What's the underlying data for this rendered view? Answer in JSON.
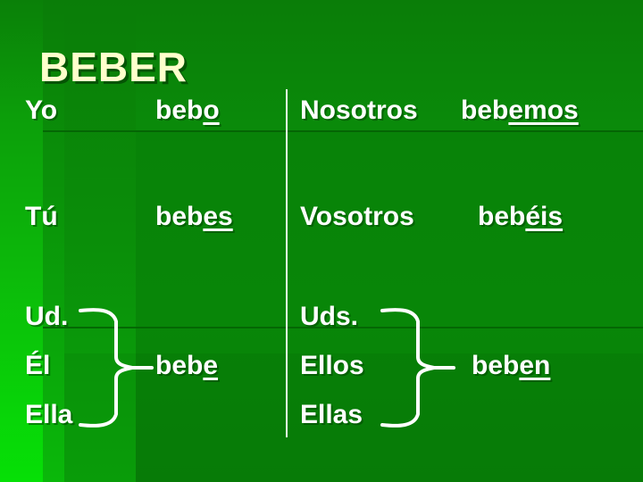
{
  "slide": {
    "title": "BEBER",
    "colors": {
      "background_green": "#0a8a0a",
      "background_bright_green": "#06e006",
      "title_cream": "#ffffcc",
      "text_white": "#ffffff",
      "rule_dark_green": "#036003"
    }
  },
  "table": {
    "left_column": [
      {
        "subjects": [
          "Yo"
        ],
        "verb_stem": "beb",
        "verb_ending": "o",
        "verb_full": "bebo"
      },
      {
        "subjects": [
          "Tú"
        ],
        "verb_stem": "beb",
        "verb_ending": "es",
        "verb_full": "bebes"
      },
      {
        "subjects": [
          "Ud.",
          "Él",
          "Ella"
        ],
        "verb_stem": "beb",
        "verb_ending": "e",
        "verb_full": "bebe",
        "brace": "curly-brace-right"
      }
    ],
    "right_column": [
      {
        "subjects": [
          "Nosotros"
        ],
        "verb_stem": "beb",
        "verb_ending": "emos",
        "verb_full": "bebemos"
      },
      {
        "subjects": [
          "Vosotros"
        ],
        "verb_stem": "beb",
        "verb_ending": "éis",
        "verb_full": "bebéis"
      },
      {
        "subjects": [
          "Uds.",
          "Ellos",
          "Ellas"
        ],
        "verb_stem": "beb",
        "verb_ending": "en",
        "verb_full": "beben",
        "brace": "curly-brace-right"
      }
    ]
  }
}
